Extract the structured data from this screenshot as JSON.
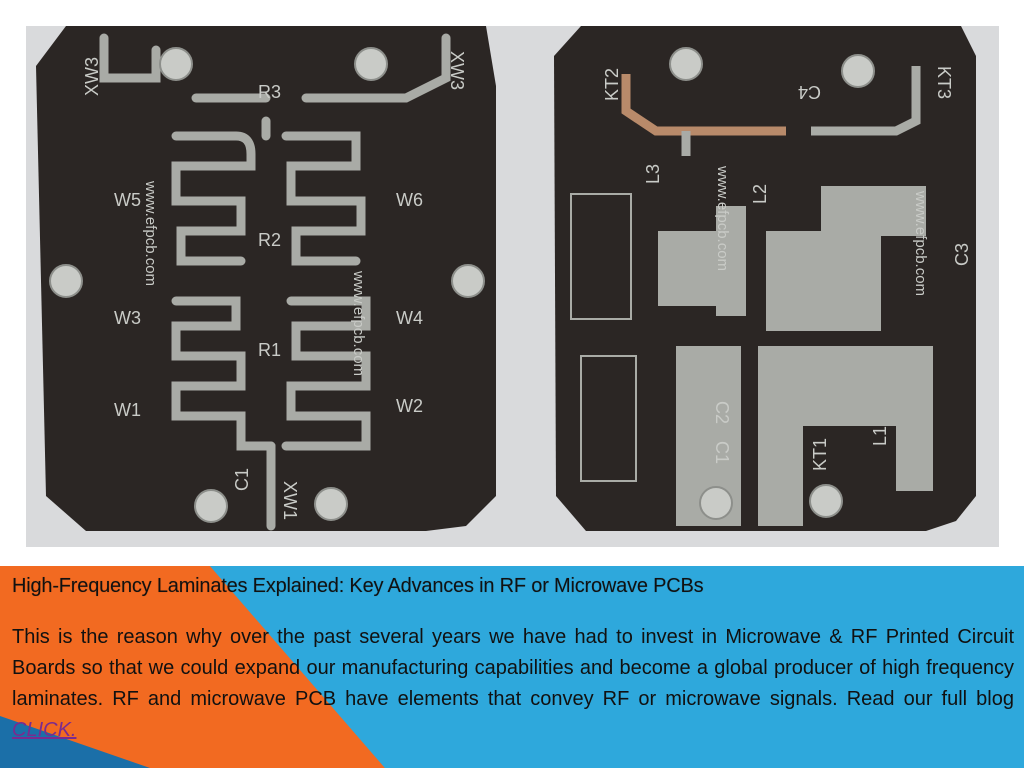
{
  "photo": {
    "left_board": {
      "labels": {
        "xw3_left": "XW3",
        "xw3_right": "XW3",
        "r3": "R3",
        "r2": "R2",
        "r1": "R1",
        "w5": "W5",
        "w6": "W6",
        "w3": "W3",
        "w4": "W4",
        "w1": "W1",
        "w2": "W2",
        "c1": "C1",
        "xw1": "XW1",
        "site_a": "www.efpcb.com",
        "site_b": "www.efpcb.com"
      }
    },
    "right_board": {
      "labels": {
        "kt2": "KT2",
        "c4": "C4",
        "kt3": "KT3",
        "l3": "L3",
        "l2": "L2",
        "c3": "C3",
        "c2": "C2",
        "c1": "C1",
        "kt1": "KT1",
        "l1": "L1",
        "site_a": "www.efpcb.com",
        "site_b": "www.efpcb.com"
      }
    },
    "colors": {
      "board": "#2b2624",
      "trace": "#a9aba6",
      "copper": "#b88a6a"
    }
  },
  "banner": {
    "heading": "High-Frequency Laminates Explained: Key Advances in RF or Microwave PCBs",
    "body": "This is the reason why over the past several years we have had to invest in Microwave & RF Printed Circuit Boards so that we could expand our manufacturing capabilities and become a global producer of high frequency laminates. RF and microwave PCB have elements that convey RF or microwave signals. Read our full blog ",
    "link_label": "CLICK.",
    "colors": {
      "blue": "#2ea8dc",
      "orange": "#f26a21",
      "dark_blue": "#1b6fa8"
    }
  }
}
